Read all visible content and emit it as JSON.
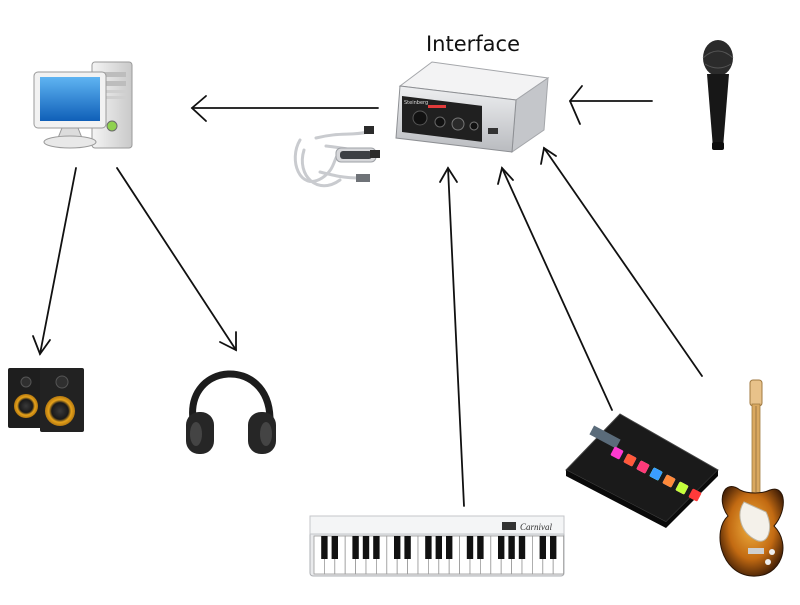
{
  "diagram": {
    "interface_label": "Interface",
    "device_label": "Steinberg",
    "keyboard_brand": "Carnival",
    "nodes": [
      {
        "id": "computer",
        "icon": "desktop-computer-icon"
      },
      {
        "id": "interface",
        "icon": "audio-interface-icon"
      },
      {
        "id": "midi-cable",
        "icon": "usb-midi-cable-icon"
      },
      {
        "id": "microphone",
        "icon": "microphone-icon"
      },
      {
        "id": "speakers",
        "icon": "studio-monitor-speakers-icon"
      },
      {
        "id": "headphones",
        "icon": "headphones-icon"
      },
      {
        "id": "keyboard",
        "icon": "midi-keyboard-icon"
      },
      {
        "id": "pad-controller",
        "icon": "drum-pad-controller-icon"
      },
      {
        "id": "guitar",
        "icon": "electric-guitar-icon"
      }
    ],
    "connections": [
      {
        "from": "interface",
        "to": "computer"
      },
      {
        "from": "microphone",
        "to": "interface"
      },
      {
        "from": "computer",
        "to": "speakers"
      },
      {
        "from": "computer",
        "to": "headphones"
      },
      {
        "from": "keyboard",
        "to": "interface"
      },
      {
        "from": "pad-controller",
        "to": "interface"
      },
      {
        "from": "guitar",
        "to": "interface"
      }
    ],
    "colors": {
      "arrow": "#111111",
      "monitor_screen": "#1f7fd6",
      "interface_body": "#d9dadc",
      "guitar_body": "#c26a12"
    }
  }
}
